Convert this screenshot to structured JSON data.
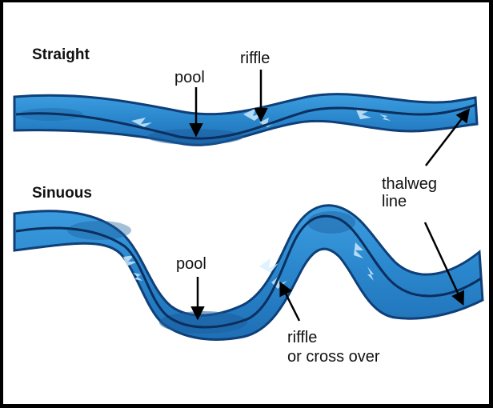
{
  "sections": {
    "straight": {
      "title": "Straight"
    },
    "sinuous": {
      "title": "Sinuous"
    }
  },
  "labels": {
    "pool_straight": "pool",
    "riffle_straight": "riffle",
    "thalweg_line1": "thalweg",
    "thalweg_line2": "line",
    "pool_sinuous": "pool",
    "riffle_sinuous_line1": "riffle",
    "riffle_sinuous_line2": "or cross over"
  },
  "colors": {
    "water": "#2f8fd0",
    "water_deep": "#1e66aa",
    "bank": "#0e3f78",
    "thalweg": "#0b2f5e",
    "riffle": "#d6efff"
  }
}
